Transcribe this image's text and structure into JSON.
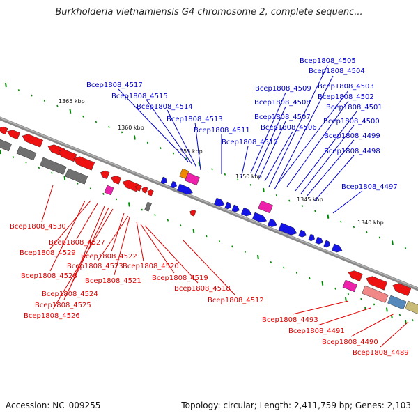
{
  "title": "Burkholderia vietnamiensis G4 chromosome 2, complete sequenc...",
  "footer": {
    "accession": "Accession: NC_009255",
    "summary": "Topology: circular; Length: 2,411,759 bp; Genes: 2,103"
  },
  "colors": {
    "forward_label": "#0000cc",
    "reverse_label": "#dd0000",
    "forward_gene": "#1414e6",
    "reverse_gene": "#ee1111",
    "pink": "#ee22aa",
    "gray": "#707070",
    "orange": "#ee8800",
    "salmon": "#f08888",
    "steelblue": "#5588bb",
    "khaki": "#c8bb77",
    "tick": "#008800",
    "backbone": "#888888"
  },
  "kbp_labels": [
    "1365 kbp",
    "1360 kbp",
    "1355 kbp",
    "1350 kbp",
    "1345 kbp",
    "1340 kbp"
  ],
  "forward_labels": [
    "Bcep1808_4505",
    "Bcep1808_4504",
    "Bcep1808_4517",
    "Bcep1808_4509",
    "Bcep1808_4503",
    "Bcep1808_4515",
    "Bcep1808_4502",
    "Bcep1808_4508",
    "Bcep1808_4514",
    "Bcep1808_4501",
    "Bcep1808_4507",
    "Bcep1808_4513",
    "Bcep1808_4500",
    "Bcep1808_4506",
    "Bcep1808_4511",
    "Bcep1808_4499",
    "Bcep1808_4510",
    "Bcep1808_4498",
    "Bcep1808_4497"
  ],
  "reverse_labels": [
    "Bcep1808_4530",
    "Bcep1808_4527",
    "Bcep1808_4529",
    "Bcep1808_4522",
    "Bcep1808_4523",
    "Bcep1808_4520",
    "Bcep1808_4528",
    "Bcep1808_4521",
    "Bcep1808_4519",
    "Bcep1808_4518",
    "Bcep1808_4524",
    "Bcep1808_4512",
    "Bcep1808_4525",
    "Bcep1808_4526",
    "Bcep1808_4493",
    "Bcep1808_4491",
    "Bcep1808_4490",
    "Bcep1808_4489"
  ]
}
